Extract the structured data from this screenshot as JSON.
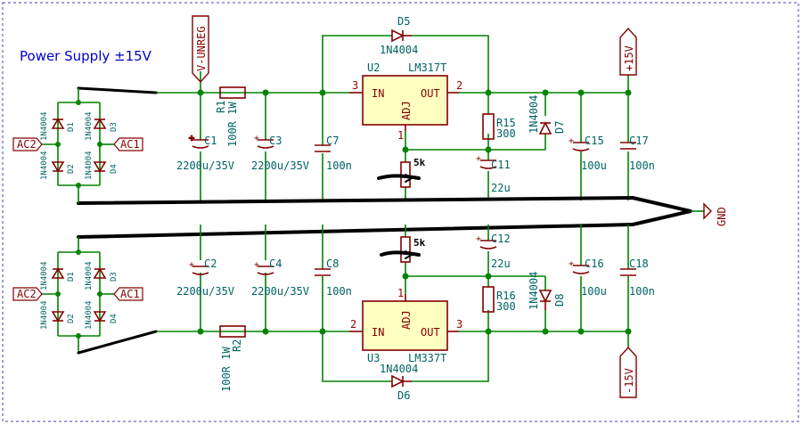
{
  "title": "Power Supply ±15V",
  "labels": {
    "vunreg": "V-UNREG",
    "plus15": "+15V",
    "minus15": "-15V",
    "gnd": "GND",
    "ac1": "AC1",
    "ac2": "AC2"
  },
  "upper": {
    "u_ref": "U2",
    "u_val": "LM317T",
    "pin_in": "3",
    "pin_out": "2",
    "pin_adj": "1",
    "in_label": "IN",
    "out_label": "OUT",
    "adj_label": "ADJ",
    "d5_ref": "D5",
    "d5_val": "1N4004",
    "r1_ref": "R1",
    "r1_val": "100R 1W",
    "c1_ref": "C1",
    "c1_val": "2200u/35V",
    "c3_ref": "C3",
    "c3_val": "2200u/35V",
    "c7_ref": "C7",
    "c7_val": "100n",
    "r15_ref": "R15",
    "r15_val": "300",
    "d7_ref": "D7",
    "d7_val": "1N4004",
    "c11_ref": "C11",
    "c11_val": "22u",
    "c15_ref": "C15",
    "c15_val": "100u",
    "c17_ref": "C17",
    "c17_val": "100n",
    "pot_val": "5k"
  },
  "lower": {
    "u_ref": "U3",
    "u_val": "LM337T",
    "pin_in": "2",
    "pin_out": "3",
    "pin_adj": "1",
    "in_label": "IN",
    "out_label": "OUT",
    "adj_label": "ADJ",
    "d6_ref": "D6",
    "d6_val": "1N4004",
    "r2_ref": "R2",
    "r2_val": "100R 1W",
    "c2_ref": "C2",
    "c2_val": "2200u/35V",
    "c4_ref": "C4",
    "c4_val": "2200u/35V",
    "c8_ref": "C8",
    "c8_val": "100n",
    "r16_ref": "R16",
    "r16_val": "300",
    "d8_ref": "D8",
    "d8_val": "1N4004",
    "c12_ref": "C12",
    "c12_val": "22u",
    "c16_ref": "C16",
    "c16_val": "100u",
    "c18_ref": "C18",
    "c18_val": "100n",
    "pot_val": "5k"
  },
  "bridge": {
    "d1": "D1",
    "d2": "D2",
    "d3": "D3",
    "d4": "D4",
    "part": "1N4004"
  },
  "colors": {
    "wire": "#008400",
    "component": "#840000",
    "text": "#006464",
    "title": "#0000c8",
    "frame": "#4040c0",
    "ic_fill": "#ffffc2"
  }
}
